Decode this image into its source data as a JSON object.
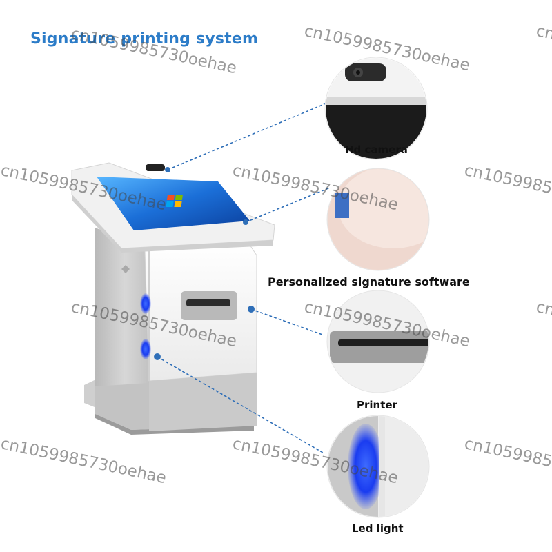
{
  "title": "Signature printing system",
  "features": {
    "camera": "Hd camera",
    "software": "Personalized signature software",
    "printer": "Printer",
    "led": "Led light"
  },
  "watermark": "cn1059985730oehae",
  "colors": {
    "title": "#2c7cc8",
    "callout_line": "#2f6fb8",
    "screen_blue": "#1d6fd6",
    "led_blue": "#1a4dff",
    "kiosk_white": "#f4f4f4",
    "kiosk_gray": "#c8c8c8"
  },
  "icons": {
    "os_logo": "windows-logo-icon"
  }
}
